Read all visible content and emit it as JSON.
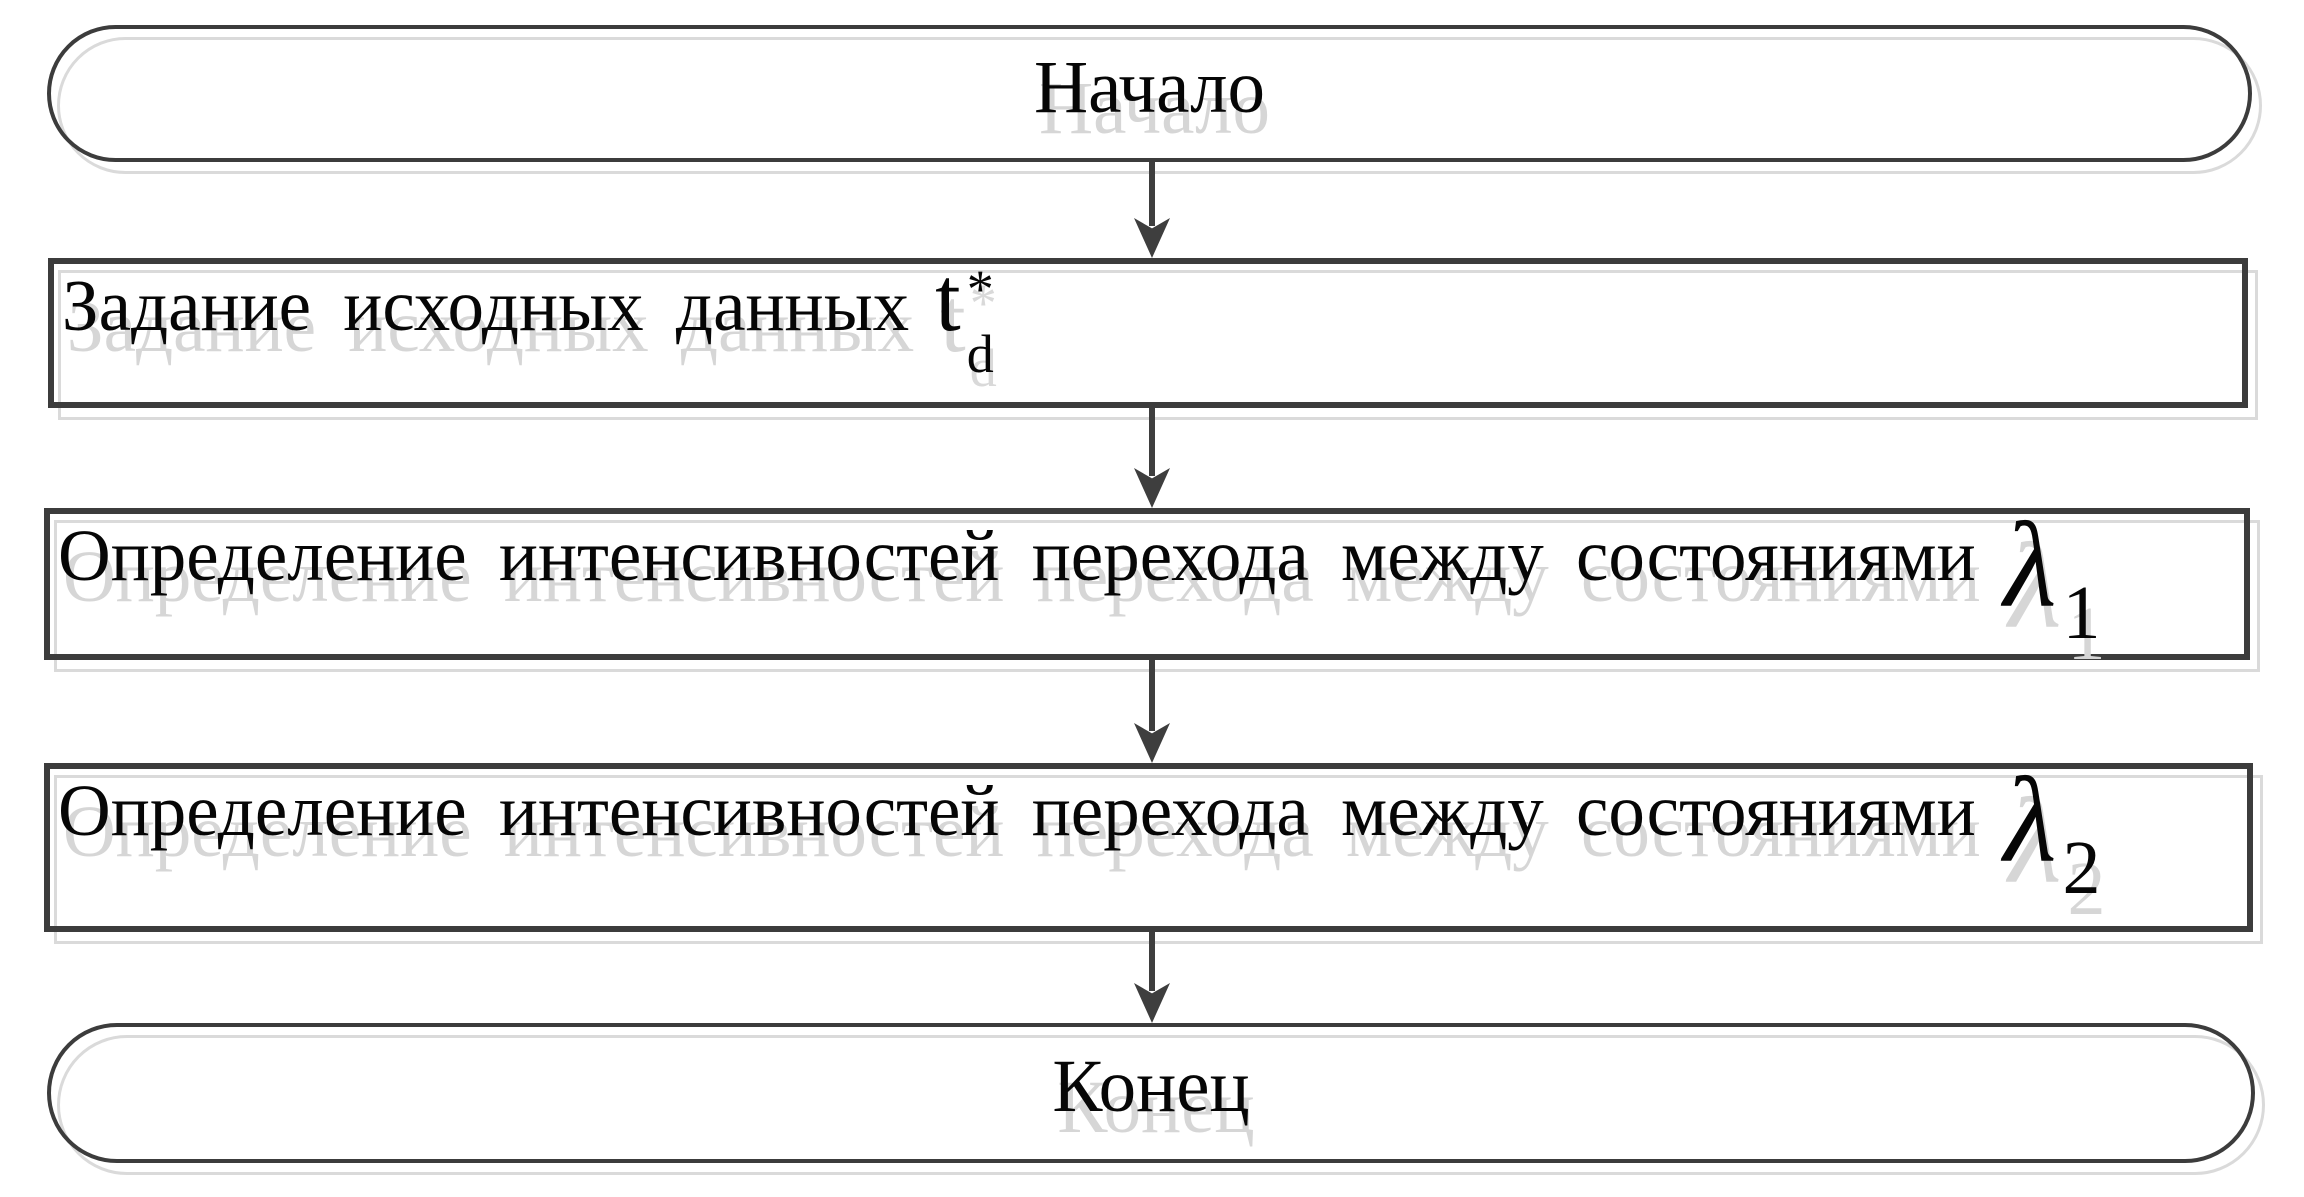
{
  "diagram": {
    "type": "flowchart",
    "background_color": "#ffffff",
    "colors": {
      "node_border": "#3c3c3c",
      "shadow_echo": "#dadada",
      "arrow": "#3e3e3e",
      "text": "#060606",
      "text_shadow": "#d6d6d6"
    },
    "nodes": [
      {
        "id": "start",
        "type": "terminator",
        "label": "Начало"
      },
      {
        "id": "step1",
        "type": "process",
        "label": "Задание исходных данных",
        "math": {
          "base": "t",
          "sup": "*",
          "sub": "d"
        }
      },
      {
        "id": "step2",
        "type": "process",
        "label": "Определение интенсивностей перехода между состояниями",
        "math": {
          "base": "λ",
          "sub": "1"
        }
      },
      {
        "id": "step3",
        "type": "process",
        "label": "Определение интенсивностей перехода между состояниями",
        "math": {
          "base": "λ",
          "sub": "2"
        }
      },
      {
        "id": "end",
        "type": "terminator",
        "label": "Конец"
      }
    ],
    "edges": [
      {
        "from": "start",
        "to": "step1",
        "style": "arrow-down"
      },
      {
        "from": "step1",
        "to": "step2",
        "style": "arrow-down"
      },
      {
        "from": "step2",
        "to": "step3",
        "style": "arrow-down"
      },
      {
        "from": "step3",
        "to": "end",
        "style": "arrow-down"
      }
    ]
  }
}
